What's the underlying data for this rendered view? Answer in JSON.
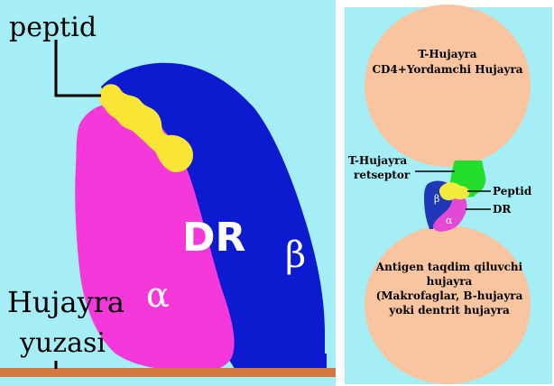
{
  "left_panel": {
    "peptide_label": "peptid",
    "molecule_label": "DR",
    "alpha_label": "α",
    "beta_label": "β",
    "surface_label_line1": "Hujayra",
    "surface_label_line2": "yuzasi",
    "colors": {
      "background": "#a5eef6",
      "alpha_chain": "#f538d9",
      "beta_chain": "#0c1bd0",
      "peptide": "#f8e534",
      "membrane": "#d3783b"
    }
  },
  "right_panel": {
    "t_cell_line1": "T-Hujayra",
    "t_cell_line2": "CD4+Yordamchi Hujayra",
    "receptor_line1": "T-Hujayra",
    "receptor_line2": "retseptor",
    "peptide_label": "Peptid",
    "dr_label": "DR",
    "beta_symbol": "β",
    "alpha_symbol": "α",
    "apc_line1": "Antigen taqdim qiluvchi",
    "apc_line2": "hujayra",
    "apc_line3": "(Makrofaglar, B-hujayra",
    "apc_line4": "yoki dentrit hujayra",
    "colors": {
      "background": "#a5eef6",
      "cell": "#f8c5a0",
      "receptor": "#22dd2a",
      "beta_chain": "#1e38b8",
      "alpha_chain": "#e24ad6",
      "peptide": "#f3ec3a"
    }
  }
}
